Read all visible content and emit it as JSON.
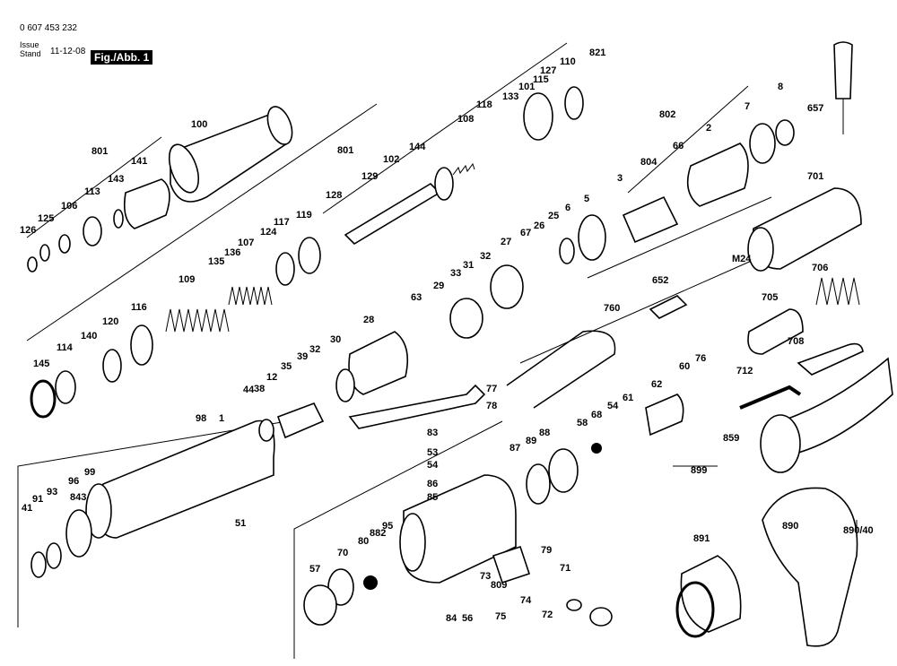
{
  "header": {
    "doc_number": "0 607 453 232",
    "issue_label_1": "Issue",
    "issue_label_2": "Stand",
    "issue_date": "11-12-08",
    "figure": "Fig./Abb. 1"
  },
  "labels": [
    "821",
    "110",
    "127",
    "115",
    "101",
    "133",
    "118",
    "108",
    "144",
    "102",
    "801",
    "100",
    "801",
    "143",
    "141",
    "113",
    "106",
    "125",
    "126",
    "129",
    "128",
    "119",
    "117",
    "124",
    "107",
    "136",
    "135",
    "109",
    "116",
    "120",
    "140",
    "114",
    "145",
    "63",
    "33",
    "31",
    "32",
    "29",
    "28",
    "27",
    "26",
    "25",
    "67",
    "6",
    "5",
    "3",
    "804",
    "66",
    "2",
    "7",
    "8",
    "802",
    "701",
    "657",
    "M24",
    "706",
    "705",
    "652",
    "760",
    "708",
    "712",
    "30",
    "32",
    "39",
    "35",
    "12",
    "38",
    "44",
    "98",
    "1",
    "77",
    "78",
    "83",
    "53",
    "54",
    "86",
    "85",
    "87",
    "89",
    "88",
    "58",
    "68",
    "54",
    "61",
    "62",
    "60",
    "76",
    "859",
    "899",
    "890",
    "890/40",
    "891",
    "99",
    "843",
    "93",
    "91",
    "41",
    "96",
    "51",
    "57",
    "70",
    "80",
    "882",
    "95",
    "84",
    "56",
    "73",
    "809",
    "75",
    "74",
    "72",
    "79",
    "71"
  ]
}
